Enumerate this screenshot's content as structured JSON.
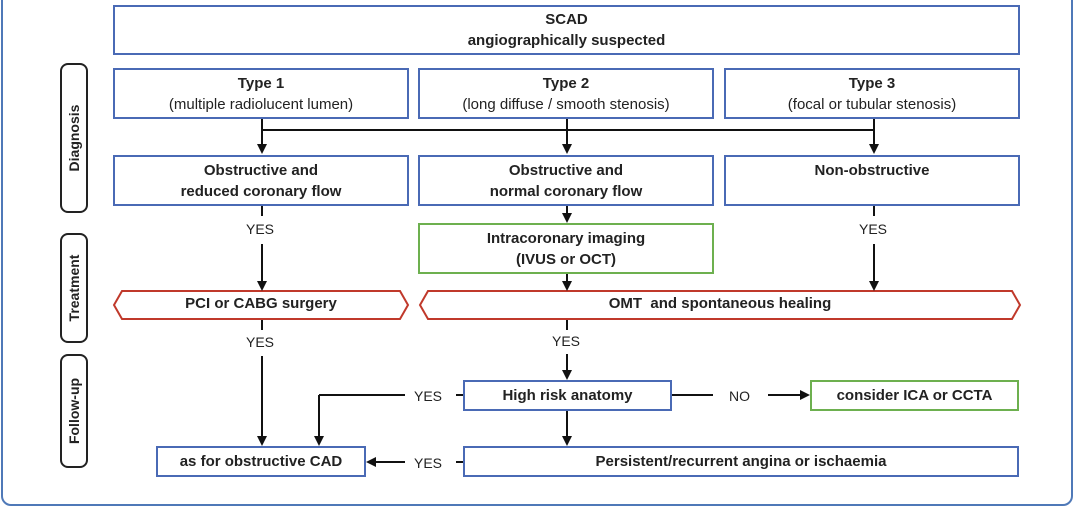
{
  "header": {
    "line1": "SCAD",
    "line2": "angiographically suspected"
  },
  "side_labels": {
    "diagnosis": "Diagnosis",
    "treatment": "Treatment",
    "followup": "Follow-up"
  },
  "types": [
    {
      "title": "Type 1",
      "desc": "(multiple radiolucent lumen)"
    },
    {
      "title": "Type 2",
      "desc": "(long diffuse / smooth stenosis)"
    },
    {
      "title": "Type 3",
      "desc": "(focal or tubular stenosis)"
    }
  ],
  "flow": [
    {
      "line1": "Obstructive and",
      "line2": "reduced coronary flow"
    },
    {
      "line1": "Obstructive and",
      "line2": "normal coronary flow"
    },
    {
      "line1": "Non-obstructive",
      "line2": ""
    }
  ],
  "imaging": {
    "line1": "Intracoronary imaging",
    "line2": "(IVUS or OCT)"
  },
  "treatment": {
    "left": "PCI or CABG surgery",
    "right": "OMT  and spontaneous healing"
  },
  "followup": {
    "high_risk": "High risk anatomy",
    "consider": "consider ICA or CCTA",
    "as_obstructive": "as for obstructive CAD",
    "persistent": "Persistent/recurrent angina or ischaemia"
  },
  "edge_labels": {
    "yes_type1": "YES",
    "yes_type3": "YES",
    "yes_pci": "YES",
    "yes_omt": "YES",
    "yes_highrisk": "YES",
    "no_highrisk": "NO",
    "yes_persistent": "YES"
  },
  "colors": {
    "blue_border": "#4a6ab5",
    "green_border": "#6db04f",
    "red_border": "#c0392b",
    "frame": "#4f79b8"
  }
}
